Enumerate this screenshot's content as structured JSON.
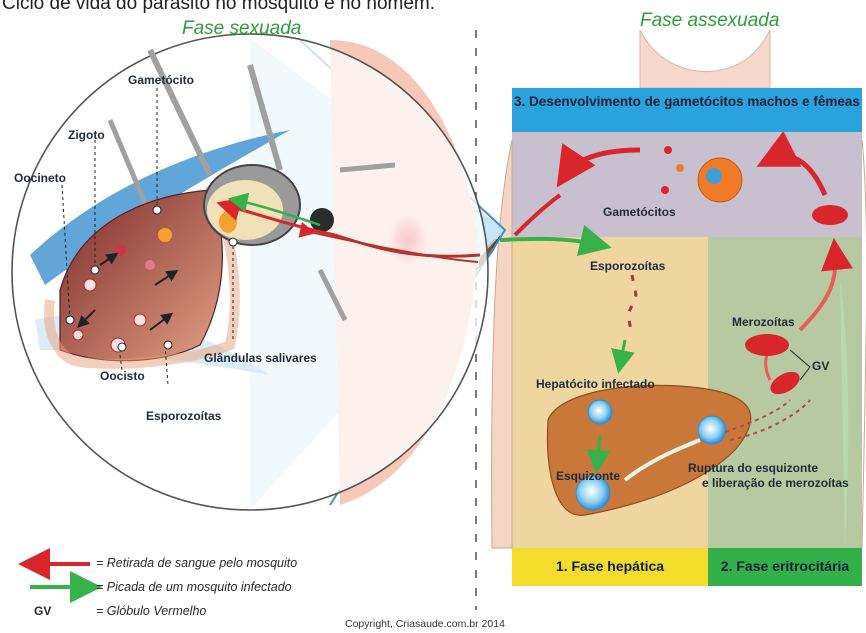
{
  "caption": "Ciclo de vida do parasito no mosquito e no homem.",
  "phases": {
    "sexual": "Fase sexuada",
    "asexual": "Fase assexuada"
  },
  "mosquito_labels": {
    "gametocito": "Gametócito",
    "zigoto": "Zigoto",
    "oocineto": "Oocineto",
    "glandulas": "Glândulas salivares",
    "oocisto": "Oocisto",
    "esporozoitas": "Esporozoítas"
  },
  "human_labels": {
    "stage3": "3. Desenvolvimento de gametócitos machos e fêmeas",
    "gametocitos": "Gametócitos",
    "esporozoitas": "Esporozoítas",
    "merozoitas": "Merozoítas",
    "gv": "GV",
    "hepatocito": "Hepatócito infectado",
    "ruptura_1": "Ruptura do esquizonte",
    "ruptura_2": "e liberação de merozoítas",
    "esquizonte": "Esquizonte",
    "stage1": "1. Fase hepática",
    "stage2": "2. Fase eritrocitária"
  },
  "legend": [
    {
      "symbol": "",
      "text": "= Retirada de sangue pelo mosquito",
      "color": "#d8262c"
    },
    {
      "symbol": "",
      "text": "= Picada de um mosquito infectado",
      "color": "#37b24a"
    },
    {
      "symbol": "GV",
      "text": "= Glóbulo Vermelho",
      "color": "#2a2a2a"
    }
  ],
  "copyright": "Copyright, Criasaude.com.br 2014",
  "colors": {
    "red_arrow": "#d8262c",
    "green_arrow": "#37b24a",
    "stage3_blue": "#2aa3dc",
    "stage1_yellow": "#f3dc2c",
    "stage2_green": "#34b04a",
    "liver": "#c9783a"
  }
}
